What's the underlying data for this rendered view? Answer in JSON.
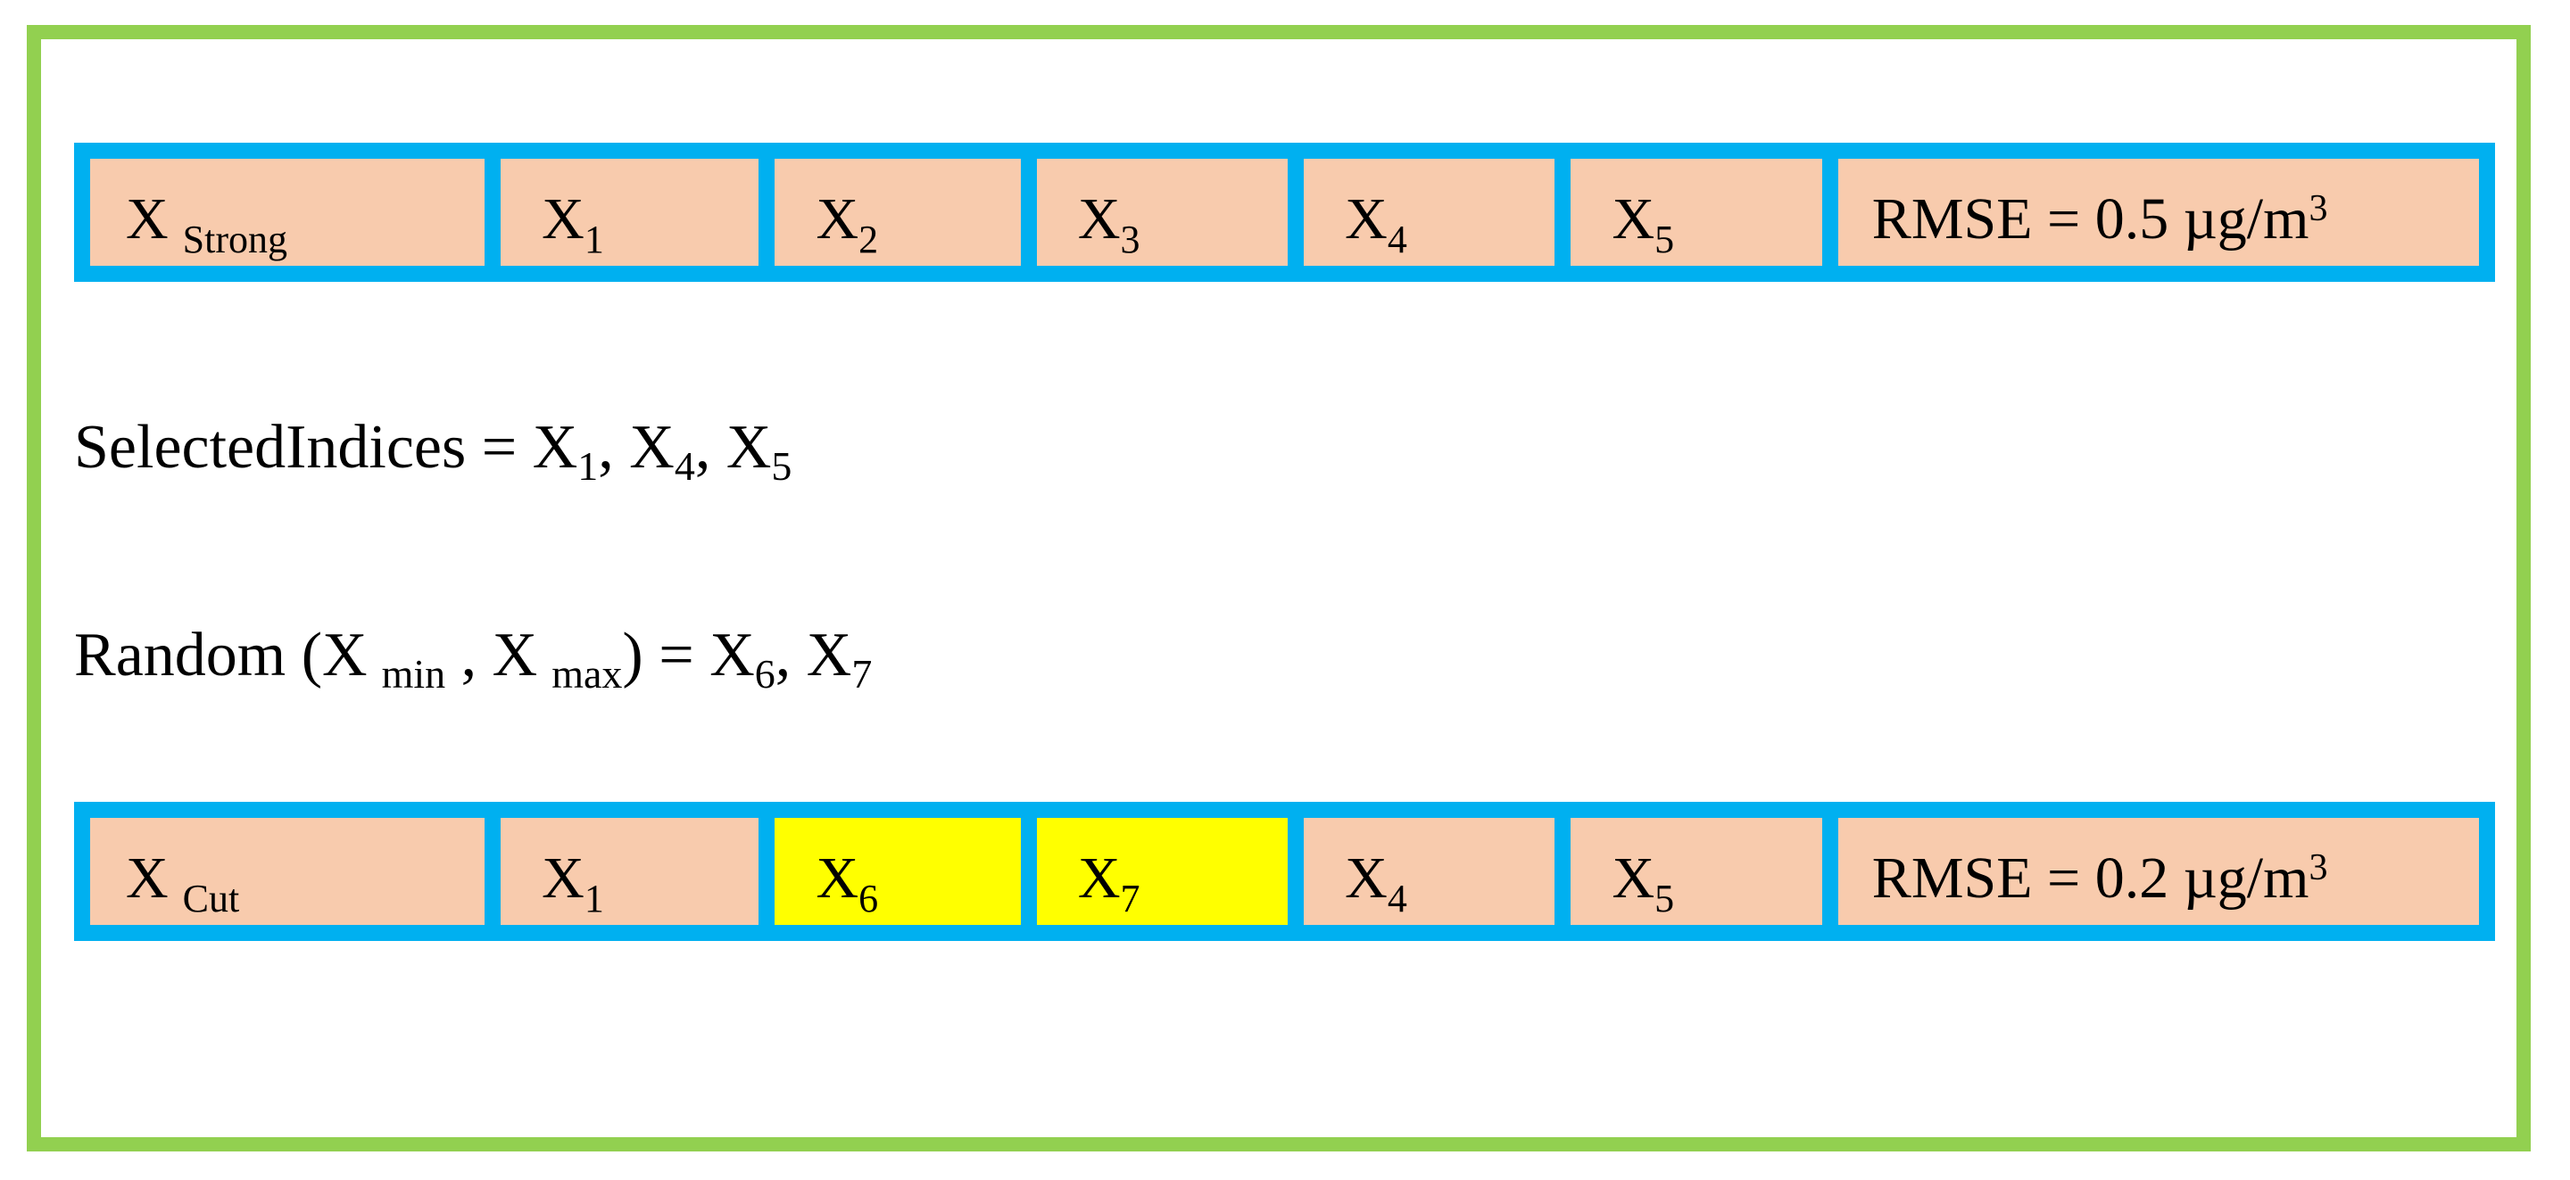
{
  "top_row": {
    "label_base": "X",
    "label_sub": "Strong",
    "cells": [
      {
        "base": "X",
        "sub": "1"
      },
      {
        "base": "X",
        "sub": "2"
      },
      {
        "base": "X",
        "sub": "3"
      },
      {
        "base": "X",
        "sub": "4"
      },
      {
        "base": "X",
        "sub": "5"
      }
    ],
    "rmse_text": "RMSE = 0.5 µg/m",
    "rmse_sup": "3"
  },
  "selected_line": {
    "prefix": "SelectedIndices = ",
    "items": [
      {
        "base": "X",
        "sub": "1",
        "sep": ", "
      },
      {
        "base": "X",
        "sub": "4",
        "sep": ", "
      },
      {
        "base": "X",
        "sub": "5",
        "sep": ""
      }
    ]
  },
  "random_line": {
    "prefix": "Random (",
    "min_base": "X",
    "min_sub": "min",
    "mid": " , ",
    "max_base": "X",
    "max_sub": "max",
    "suffix": ") = ",
    "items": [
      {
        "base": "X",
        "sub": "6",
        "sep": ", "
      },
      {
        "base": "X",
        "sub": "7",
        "sep": ""
      }
    ]
  },
  "bottom_row": {
    "label_base": "X",
    "label_sub": "Cut",
    "cells": [
      {
        "base": "X",
        "sub": "1",
        "highlight": false
      },
      {
        "base": "X",
        "sub": "6",
        "highlight": true
      },
      {
        "base": "X",
        "sub": "7",
        "highlight": true
      },
      {
        "base": "X",
        "sub": "4",
        "highlight": false
      },
      {
        "base": "X",
        "sub": "5",
        "highlight": false
      }
    ],
    "rmse_text": "RMSE = 0.2 µg/m",
    "rmse_sup": "3"
  },
  "colors": {
    "frame": "#92d050",
    "row_border": "#00b0f0",
    "cell": "#f8cbad",
    "highlight": "#ffff00"
  }
}
